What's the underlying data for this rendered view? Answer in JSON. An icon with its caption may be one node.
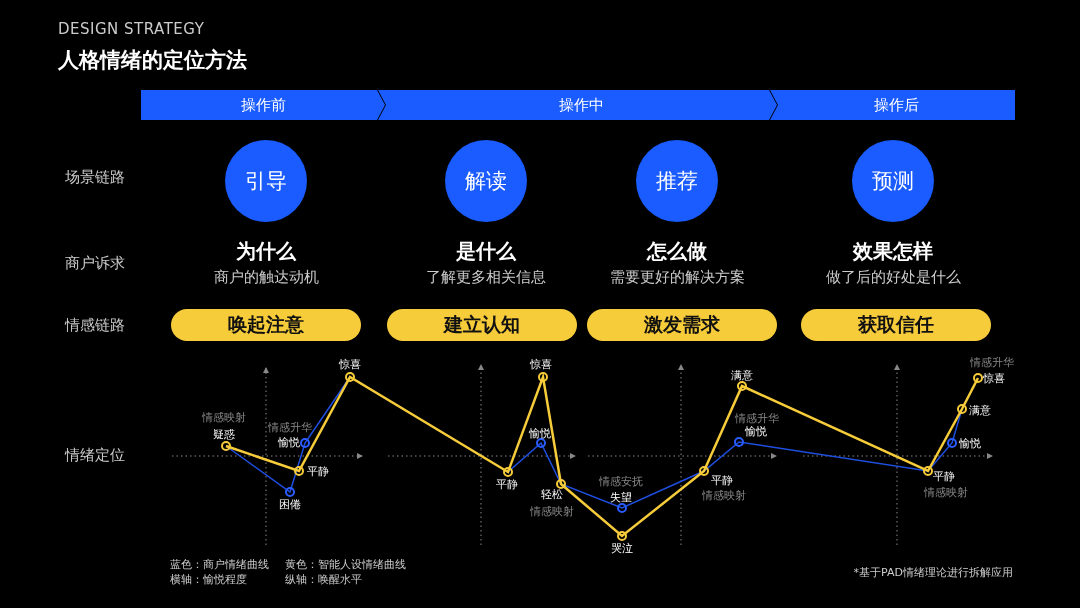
{
  "diagram": {
    "title": "人格情绪的定位方法",
    "nodes": [
      {
        "text": [
          "操作前"
        ]
      },
      {
        "text": [
          "操作中"
        ]
      },
      {
        "text": [
          "操作后"
        ]
      },
      {
        "text": [
          "引导"
        ]
      },
      {
        "text": [
          "解读"
        ]
      },
      {
        "text": [
          "推荐"
        ]
      },
      {
        "text": [
          "预测"
        ]
      },
      {
        "text": [
          "唤起注意"
        ]
      },
      {
        "text": [
          "建立认知"
        ]
      },
      {
        "text": [
          "激发需求"
        ]
      },
      {
        "text": [
          "获取信任"
        ]
      }
    ],
    "edges": [],
    "labels": [
      "DESIGN STRATEGY",
      "场景链路",
      "商户诉求",
      "为什么",
      "商户的触达动机",
      "是什么",
      "了解更多相关信息",
      "怎么做",
      "需要更好的解决方案",
      "效果怎样",
      "做了后的好处是什么",
      "情感链路",
      "情绪定位",
      "惊喜",
      "情感映射",
      "疑惑",
      "情感升华",
      "愉悦",
      "平静",
      "困倦",
      "惊喜",
      "愉悦",
      "平静",
      "轻松",
      "情感映射",
      "情感安抚",
      "失望",
      "哭泣",
      "满意",
      "情感升华",
      "愉悦",
      "平静",
      "情感映射",
      "情感升华",
      "惊喜",
      "满意",
      "愉悦",
      "平静",
      "情感映射",
      "蓝色：商户情绪曲线",
      "黄色：智能人设情绪曲线",
      "横轴：愉悦程度",
      "纵轴：唤醒水平",
      "*基于PAD情绪理论进行拆解应用"
    ]
  }
}
